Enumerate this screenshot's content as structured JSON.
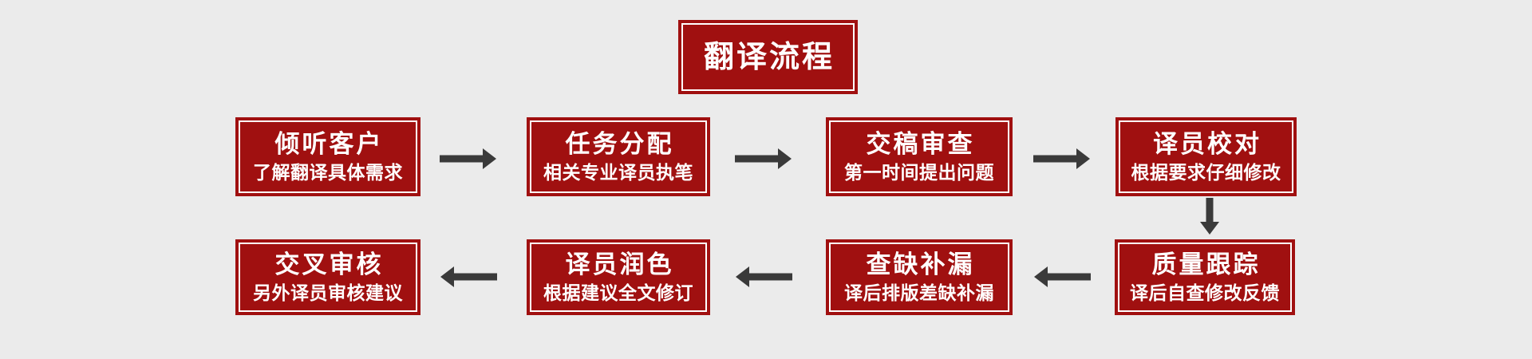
{
  "colors": {
    "page_bg": "#EBEBEB",
    "box_fill": "#A01010",
    "box_border_inner": "#FFFFFF",
    "text": "#FFFFFF",
    "arrow": "#3A3A3A"
  },
  "title": {
    "label": "翻译流程"
  },
  "steps": [
    {
      "order": 1,
      "title": "倾听客户",
      "subtitle": "了解翻译具体需求"
    },
    {
      "order": 2,
      "title": "任务分配",
      "subtitle": "相关专业译员执笔"
    },
    {
      "order": 3,
      "title": "交稿审查",
      "subtitle": "第一时间提出问题"
    },
    {
      "order": 4,
      "title": "译员校对",
      "subtitle": "根据要求仔细修改"
    },
    {
      "order": 5,
      "title": "质量跟踪",
      "subtitle": "译后自查修改反馈"
    },
    {
      "order": 6,
      "title": "查缺补漏",
      "subtitle": "译后排版差缺补漏"
    },
    {
      "order": 7,
      "title": "译员润色",
      "subtitle": "根据建议全文修订"
    },
    {
      "order": 8,
      "title": "交叉审核",
      "subtitle": "另外译员审核建议"
    }
  ],
  "arrows": [
    {
      "from": "倾听客户",
      "to": "任务分配",
      "direction": "right"
    },
    {
      "from": "任务分配",
      "to": "交稿审查",
      "direction": "right"
    },
    {
      "from": "交稿审查",
      "to": "译员校对",
      "direction": "right"
    },
    {
      "from": "译员校对",
      "to": "质量跟踪",
      "direction": "down"
    },
    {
      "from": "质量跟踪",
      "to": "查缺补漏",
      "direction": "left"
    },
    {
      "from": "查缺补漏",
      "to": "译员润色",
      "direction": "left"
    },
    {
      "from": "译员润色",
      "to": "交叉审核",
      "direction": "left"
    }
  ]
}
